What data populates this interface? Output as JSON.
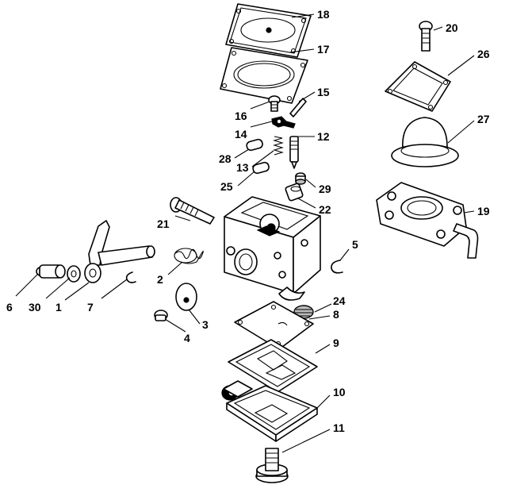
{
  "callouts": [
    {
      "id": "18",
      "label": "18"
    },
    {
      "id": "17",
      "label": "17"
    },
    {
      "id": "16",
      "label": "16"
    },
    {
      "id": "15",
      "label": "15"
    },
    {
      "id": "14",
      "label": "14"
    },
    {
      "id": "28",
      "label": "28"
    },
    {
      "id": "13",
      "label": "13"
    },
    {
      "id": "12",
      "label": "12"
    },
    {
      "id": "25",
      "label": "25"
    },
    {
      "id": "29",
      "label": "29"
    },
    {
      "id": "22",
      "label": "22"
    },
    {
      "id": "21",
      "label": "21"
    },
    {
      "id": "20",
      "label": "20"
    },
    {
      "id": "26",
      "label": "26"
    },
    {
      "id": "27",
      "label": "27"
    },
    {
      "id": "19",
      "label": "19"
    },
    {
      "id": "5",
      "label": "5"
    },
    {
      "id": "6",
      "label": "6"
    },
    {
      "id": "30",
      "label": "30"
    },
    {
      "id": "1",
      "label": "1"
    },
    {
      "id": "7",
      "label": "7"
    },
    {
      "id": "2",
      "label": "2"
    },
    {
      "id": "3",
      "label": "3"
    },
    {
      "id": "4",
      "label": "4"
    },
    {
      "id": "24",
      "label": "24"
    },
    {
      "id": "8",
      "label": "8"
    },
    {
      "id": "9",
      "label": "9"
    },
    {
      "id": "10",
      "label": "10"
    },
    {
      "id": "11",
      "label": "11"
    }
  ]
}
